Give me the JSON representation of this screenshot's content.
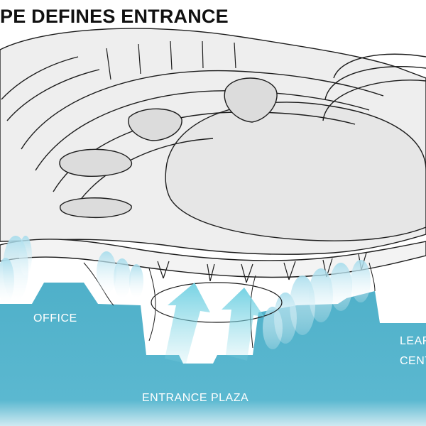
{
  "title": "PE DEFINES ENTRANCE",
  "labels": {
    "office": "OFFICE",
    "entrance_plaza": "ENTRANCE PLAZA",
    "learning_center_line1": "LEAF",
    "learning_center_line2": "CENT"
  },
  "colors": {
    "ground": "#5bb7cf",
    "ground_light": "#bfe4ee",
    "arrow": "#7dd3e3",
    "tree": "#9fd4e6",
    "line": "#1c1c1c",
    "roof": "#eeeeee",
    "inner": "#e4e4e4"
  }
}
